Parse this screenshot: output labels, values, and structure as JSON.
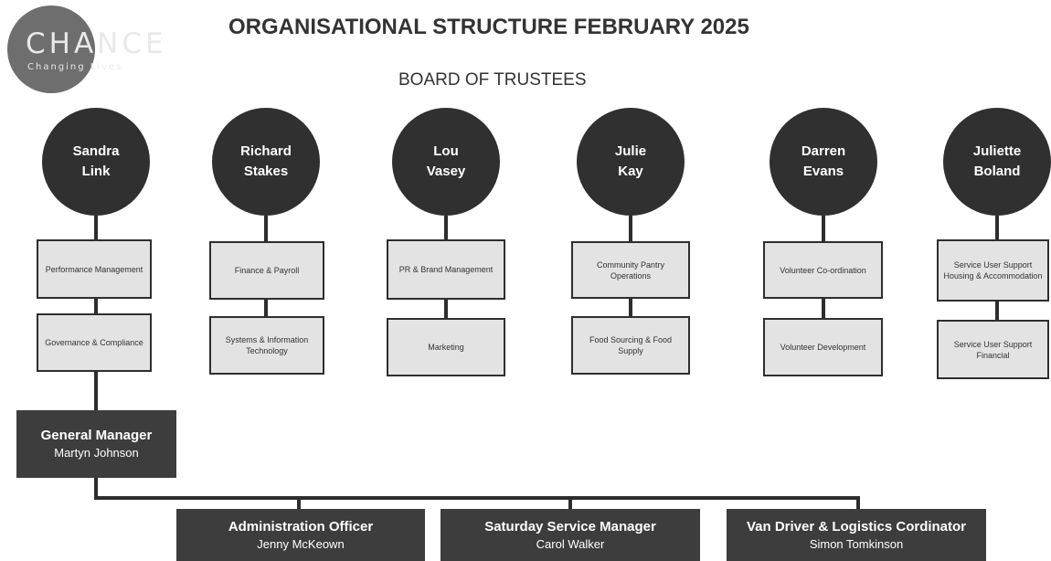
{
  "logo": {
    "word": "CHANCE",
    "tagline": "Changing Lives"
  },
  "title": "ORGANISATIONAL STRUCTURE FEBRUARY 2025",
  "subtitle": "BOARD OF TRUSTEES",
  "trustees": [
    {
      "first": "Sandra",
      "last": "Link"
    },
    {
      "first": "Richard",
      "last": "Stakes"
    },
    {
      "first": "Lou",
      "last": "Vasey"
    },
    {
      "first": "Julie",
      "last": "Kay"
    },
    {
      "first": "Darren",
      "last": "Evans"
    },
    {
      "first": "Juliette",
      "last": "Boland"
    }
  ],
  "roles": [
    [
      "Performance Management",
      "Governance & Compliance"
    ],
    [
      "Finance & Payroll",
      "Systems & Information Technology"
    ],
    [
      "PR & Brand Management",
      "Marketing"
    ],
    [
      "Community Pantry Operations",
      "Food Sourcing & Food Supply"
    ],
    [
      "Volunteer Co-ordination",
      "Volunteer Development"
    ],
    [
      "Service User Support Housing & Accommodation",
      "Service User Support Financial"
    ]
  ],
  "general_manager": {
    "role": "General Manager",
    "name": "Martyn Johnson"
  },
  "staff": [
    {
      "role": "Administration Officer",
      "name": "Jenny McKeown"
    },
    {
      "role": "Saturday Service Manager",
      "name": "Carol Walker"
    },
    {
      "role": "Van Driver & Logistics Cordinator",
      "name": "Simon Tomkinson"
    }
  ],
  "colors": {
    "node_dark": "#303030",
    "box_fill": "#e3e3e3",
    "logo_grey": "#6e6e6e"
  }
}
